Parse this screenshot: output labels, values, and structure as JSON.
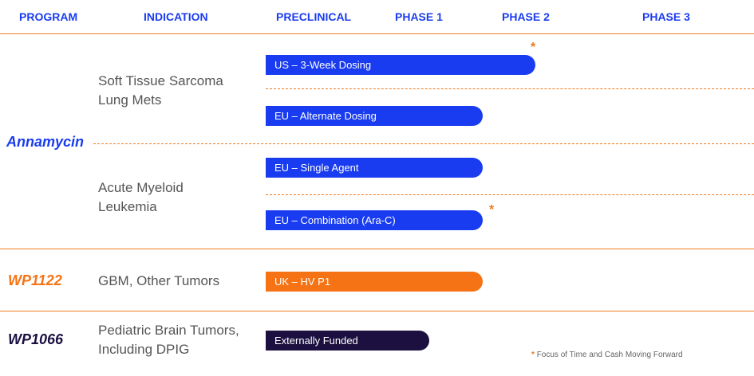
{
  "header": {
    "program": "PROGRAM",
    "indication": "INDICATION",
    "preclinical": "PRECLINICAL",
    "phase1": "PHASE 1",
    "phase2": "PHASE 2",
    "phase3": "PHASE 3"
  },
  "programs": {
    "annamycin": {
      "name": "Annamycin",
      "color": "#1a3cf0"
    },
    "wp1122": {
      "name": "WP1122",
      "color": "#f57314"
    },
    "wp1066": {
      "name": "WP1066",
      "color": "#1b1040"
    }
  },
  "indications": {
    "sts_line1": "Soft Tissue Sarcoma",
    "sts_line2": "Lung Mets",
    "aml_line1": "Acute Myeloid",
    "aml_line2": "Leukemia",
    "gbm": "GBM, Other Tumors",
    "pbt_line1": "Pediatric Brain Tumors,",
    "pbt_line2": "Including DPIG"
  },
  "bars": {
    "us_3week": {
      "label": "US – 3-Week Dosing",
      "color": "#1a3cf0",
      "stage": "Phase 2",
      "focus": true
    },
    "eu_alternate": {
      "label": "EU – Alternate Dosing",
      "color": "#1a3cf0",
      "stage": "Phase 1"
    },
    "eu_single": {
      "label": "EU – Single Agent",
      "color": "#1a3cf0",
      "stage": "Phase 1"
    },
    "eu_combination": {
      "label": "EU – Combination (Ara-C)",
      "color": "#1a3cf0",
      "stage": "Phase 1",
      "focus": true
    },
    "uk_hv": {
      "label": "UK – HV P1",
      "color": "#f57314",
      "stage": "Phase 1"
    },
    "externally_funded": {
      "label": "Externally Funded",
      "color": "#1b1040",
      "stage": "Phase 1"
    }
  },
  "footnote": {
    "star": "*",
    "text": "Focus of Time and Cash Moving Forward"
  },
  "accent_color": "#f07a1e"
}
